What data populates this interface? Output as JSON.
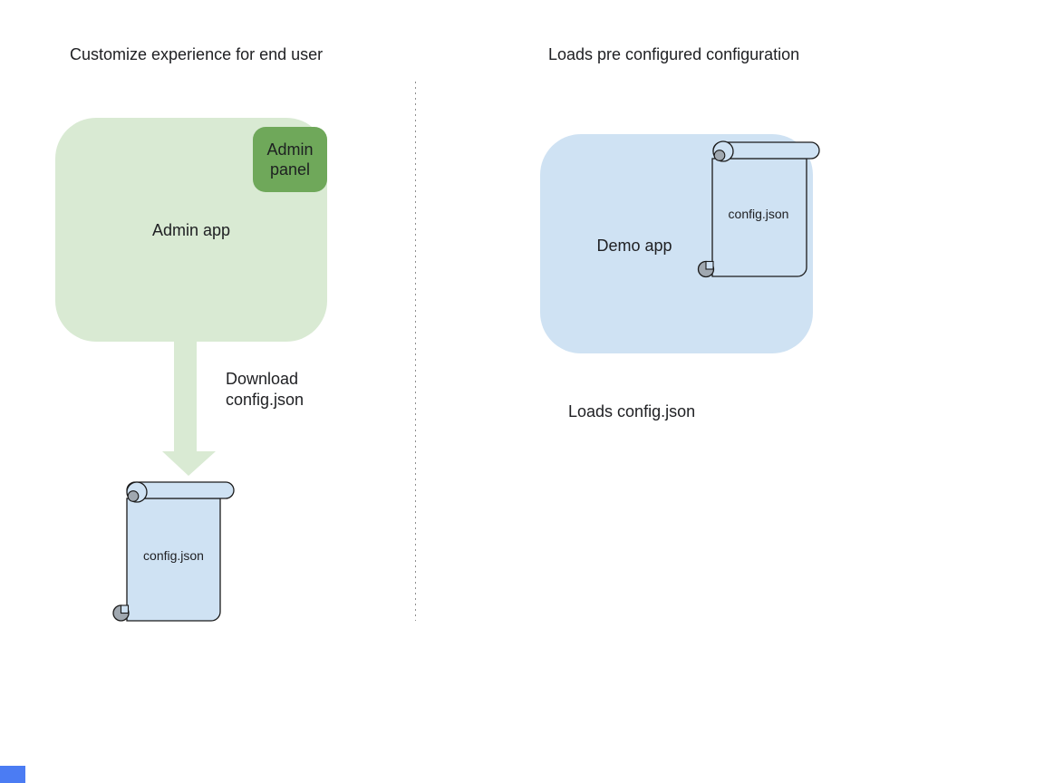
{
  "left_section": {
    "title": "Customize experience for end user",
    "admin_app_label": "Admin app",
    "admin_panel_line1": "Admin",
    "admin_panel_line2": "panel",
    "arrow_label_line1": "Download",
    "arrow_label_line2": "config.json",
    "config_file_label": "config.json"
  },
  "right_section": {
    "title": "Loads pre configured configuration",
    "demo_app_label": "Demo app",
    "config_file_label": "config.json",
    "caption": "Loads config.json"
  },
  "colors": {
    "admin_app_fill": "#d9ead3",
    "admin_panel_fill": "#6fa85a",
    "arrow_fill": "#d9ead3",
    "demo_app_fill": "#cfe2f3",
    "scroll_fill": "#cfe2f3",
    "scroll_curl_gray": "#a0a8b0",
    "shape_outline": "#1b1b1b",
    "divider_gray": "#8f8f8f",
    "text": "#202124",
    "corner_square_blue": "#4b7cf3"
  }
}
